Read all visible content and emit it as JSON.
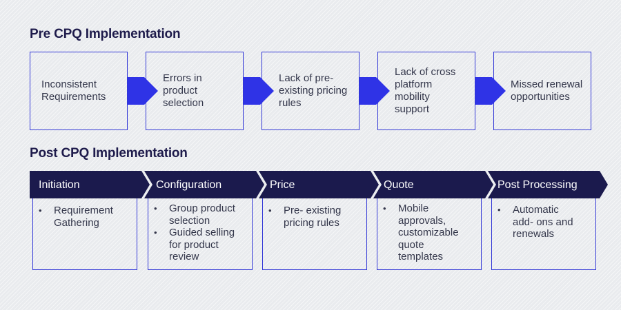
{
  "pre": {
    "title": "Pre CPQ Implementation",
    "boxes": [
      "Inconsistent Requirements",
      "Errors in product selection",
      "Lack of pre-existing pricing rules",
      "Lack of cross platform mobility support",
      "Missed renewal opportunities"
    ]
  },
  "post": {
    "title": "Post CPQ Implementation",
    "stages": [
      {
        "label": "Initiation",
        "items": [
          "Requirement Gathering"
        ]
      },
      {
        "label": "Configuration",
        "items": [
          "Group product selection",
          "Guided selling for product review"
        ]
      },
      {
        "label": "Price",
        "items": [
          "Pre- existing pricing rules"
        ]
      },
      {
        "label": "Quote",
        "items": [
          "Mobile approvals, customizable quote templates"
        ]
      },
      {
        "label": "Post Processing",
        "items": [
          "Automatic add- ons and renewals"
        ]
      }
    ]
  },
  "colors": {
    "accent_blue": "#2f33e6",
    "chevron_navy": "#1b1a4d",
    "title_navy": "#1e1b4b",
    "box_border": "#3035d6"
  }
}
